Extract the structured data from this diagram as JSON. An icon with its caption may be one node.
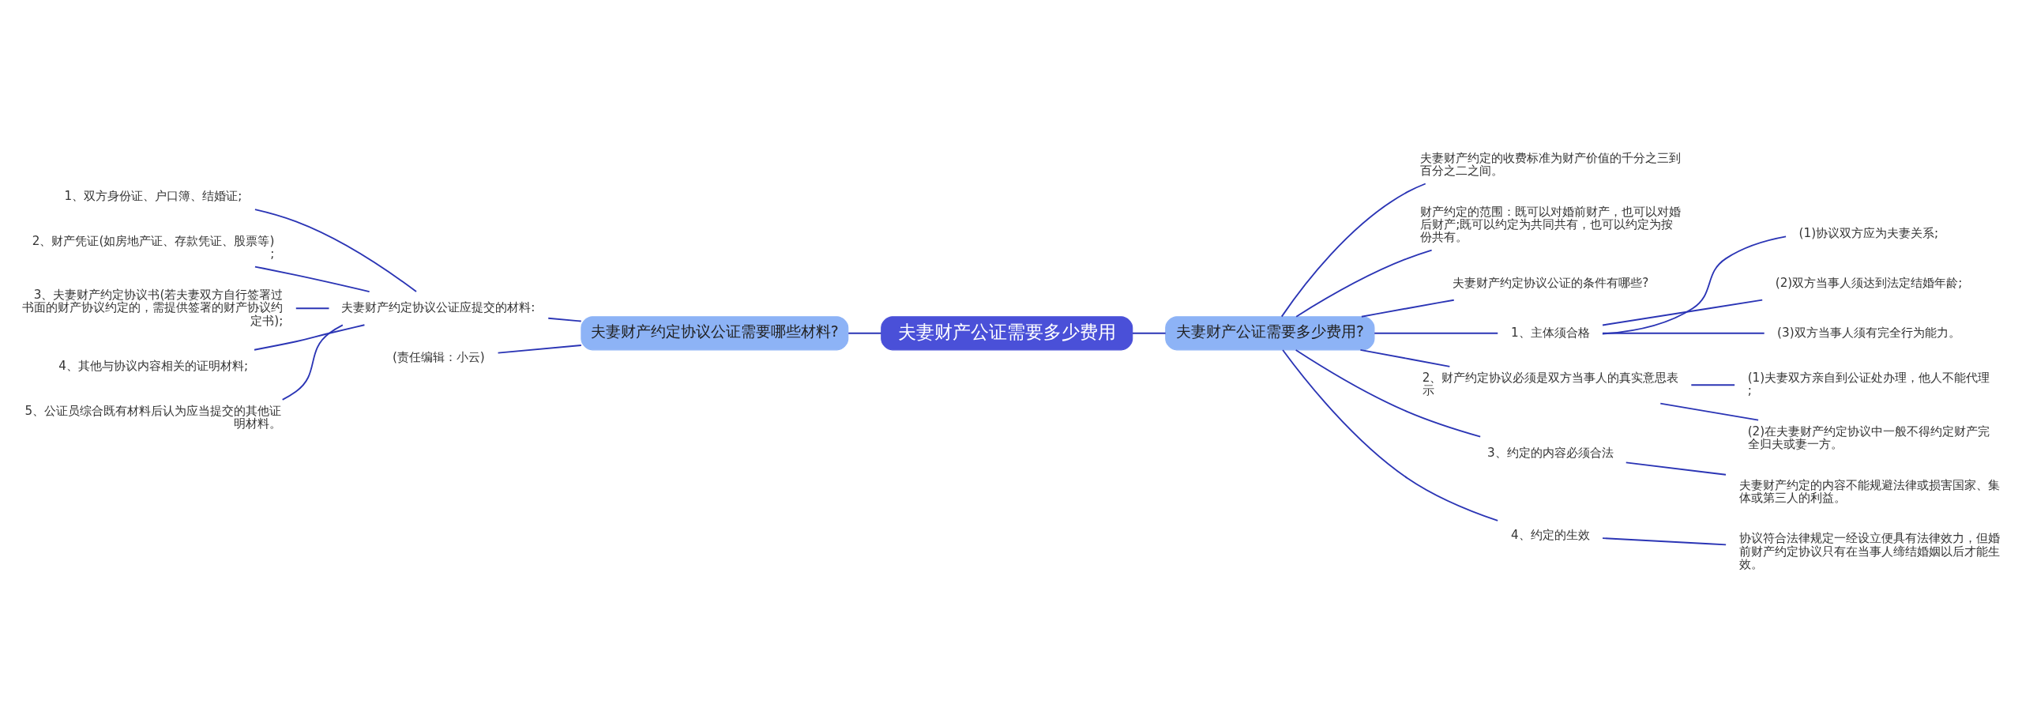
{
  "diagram": {
    "nodes": [
      {
        "text": [
          "夫妻财产公证需要多少费用"
        ]
      },
      {
        "text": [
          "夫妻财产约定协议公证需要哪些材料?"
        ]
      },
      {
        "text": [
          "夫妻财产约定协议公证应提交的材料:"
        ]
      },
      {
        "text": [
          "1、双方身份证、户口簿、结婚证;"
        ]
      },
      {
        "text": [
          "2、财产凭证(如房地产证、存款凭证、股票等);"
        ]
      },
      {
        "text": [
          "3、夫妻财产约定协议书(若夫妻双方自行签署过书面的财产协议约定的，需提供签署的财产协议约定书);"
        ]
      },
      {
        "text": [
          "4、其他与协议内容相关的证明材料;"
        ]
      },
      {
        "text": [
          "5、公证员综合既有材料后认为应当提交的其他证明材料。"
        ]
      },
      {
        "text": [
          "(责任编辑：小云)"
        ]
      },
      {
        "text": [
          "夫妻财产公证需要多少费用?"
        ]
      },
      {
        "text": [
          "夫妻财产约定的收费标准为财产价值的千分之三到百分之二之间。"
        ]
      },
      {
        "text": [
          "财产约定的范围：既可以对婚前财产，也可以对婚后财产;既可以约定为共同共有，也可以约定为按份共有。"
        ]
      },
      {
        "text": [
          "夫妻财产约定协议公证的条件有哪些?"
        ]
      },
      {
        "text": [
          "1、主体须合格"
        ]
      },
      {
        "text": [
          "(1)协议双方应为夫妻关系;"
        ]
      },
      {
        "text": [
          "(2)双方当事人须达到法定结婚年龄;"
        ]
      },
      {
        "text": [
          "(3)双方当事人须有完全行为能力。"
        ]
      },
      {
        "text": [
          "2、财产约定协议必须是双方当事人的真实意思表示"
        ]
      },
      {
        "text": [
          "(1)夫妻双方亲自到公证处办理，他人不能代理;"
        ]
      },
      {
        "text": [
          "(2)在夫妻财产约定协议中一般不得约定财产完全归夫或妻一方。"
        ]
      },
      {
        "text": [
          "3、约定的内容必须合法"
        ]
      },
      {
        "text": [
          "夫妻财产约定的内容不能规避法律或损害国家、集体或第三人的利益。"
        ]
      },
      {
        "text": [
          "4、约定的生效"
        ]
      },
      {
        "text": [
          "协议符合法律规定一经设立便具有法律效力，但婚前财产约定协议只有在当事人缔结婚姻以后才能生效。"
        ]
      }
    ],
    "edges": [
      {
        "from": 0,
        "to": 1,
        "arrow": "none"
      },
      {
        "from": 1,
        "to": 2,
        "arrow": "none"
      },
      {
        "from": 2,
        "to": 3,
        "arrow": "none"
      },
      {
        "from": 2,
        "to": 4,
        "arrow": "none"
      },
      {
        "from": 2,
        "to": 5,
        "arrow": "none"
      },
      {
        "from": 2,
        "to": 6,
        "arrow": "none"
      },
      {
        "from": 2,
        "to": 7,
        "arrow": "none"
      },
      {
        "from": 1,
        "to": 8,
        "arrow": "none"
      },
      {
        "from": 0,
        "to": 9,
        "arrow": "none"
      },
      {
        "from": 9,
        "to": 10,
        "arrow": "none"
      },
      {
        "from": 9,
        "to": 11,
        "arrow": "none"
      },
      {
        "from": 9,
        "to": 12,
        "arrow": "none"
      },
      {
        "from": 9,
        "to": 13,
        "arrow": "none"
      },
      {
        "from": 13,
        "to": 14,
        "arrow": "none"
      },
      {
        "from": 13,
        "to": 15,
        "arrow": "none"
      },
      {
        "from": 13,
        "to": 16,
        "arrow": "none"
      },
      {
        "from": 9,
        "to": 17,
        "arrow": "none"
      },
      {
        "from": 17,
        "to": 18,
        "arrow": "none"
      },
      {
        "from": 17,
        "to": 19,
        "arrow": "none"
      },
      {
        "from": 9,
        "to": 20,
        "arrow": "none"
      },
      {
        "from": 20,
        "to": 21,
        "arrow": "none"
      },
      {
        "from": 9,
        "to": 22,
        "arrow": "none"
      },
      {
        "from": 22,
        "to": 23,
        "arrow": "none"
      }
    ]
  }
}
